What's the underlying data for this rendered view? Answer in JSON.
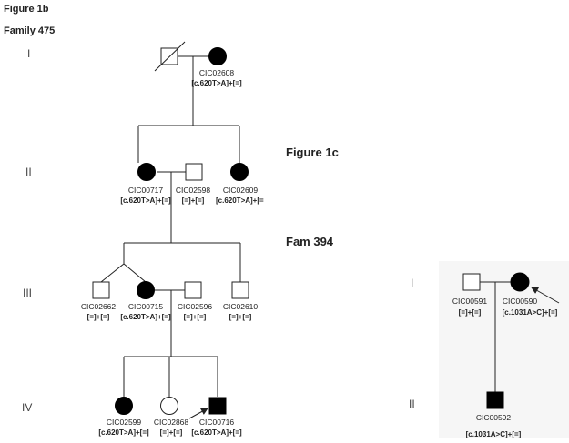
{
  "titles": {
    "fig1b": "Figure 1b",
    "family475": "Family 475",
    "fig1c": "Figure 1c",
    "fam394": "Fam 394"
  },
  "family475": {
    "generations": [
      "I",
      "II",
      "III",
      "IV"
    ],
    "individuals": [
      {
        "key": "i1_father",
        "sex": "male",
        "affected": false,
        "deceased": true,
        "id": "",
        "genotype": ""
      },
      {
        "key": "i1_mother",
        "sex": "female",
        "affected": true,
        "deceased": false,
        "id": "CIC02608",
        "genotype": "[c.620T>A]+[=]"
      },
      {
        "key": "ii_c00717",
        "sex": "female",
        "affected": true,
        "deceased": false,
        "id": "CIC00717",
        "genotype": "[c.620T>A]+[=]"
      },
      {
        "key": "ii_c02598",
        "sex": "male",
        "affected": false,
        "deceased": false,
        "id": "CIC02598",
        "genotype": "[=]+[=]"
      },
      {
        "key": "ii_c02609",
        "sex": "female",
        "affected": true,
        "deceased": false,
        "id": "CIC02609",
        "genotype": "[c.620T>A]+[="
      },
      {
        "key": "iii_c02662",
        "sex": "male",
        "affected": false,
        "deceased": false,
        "id": "CIC02662",
        "genotype": "[=]+[=]"
      },
      {
        "key": "iii_c00715",
        "sex": "female",
        "affected": true,
        "deceased": false,
        "id": "CIC00715",
        "genotype": "[c.620T>A]+[=]"
      },
      {
        "key": "iii_c02596",
        "sex": "male",
        "affected": false,
        "deceased": false,
        "id": "CIC02596",
        "genotype": "[=]+[=]"
      },
      {
        "key": "iii_c02610",
        "sex": "male",
        "affected": false,
        "deceased": false,
        "id": "CIC02610",
        "genotype": "[=]+[=]"
      },
      {
        "key": "iv_c02599",
        "sex": "female",
        "affected": true,
        "deceased": false,
        "id": "CIC02599",
        "genotype": "[c.620T>A]+[=]"
      },
      {
        "key": "iv_c02868",
        "sex": "female",
        "affected": false,
        "deceased": false,
        "id": "CIC02868",
        "genotype": "[=]+[=]"
      },
      {
        "key": "iv_c00716",
        "sex": "male",
        "affected": true,
        "deceased": false,
        "proband": true,
        "id": "CIC00716",
        "genotype": "[c.620T>A]+[=]"
      }
    ]
  },
  "family394": {
    "generations": [
      "I",
      "II"
    ],
    "individuals": [
      {
        "key": "f394_c00591",
        "sex": "male",
        "affected": false,
        "deceased": false,
        "id": "CIC00591",
        "genotype": "[=]+[=]"
      },
      {
        "key": "f394_c00590",
        "sex": "female",
        "affected": true,
        "deceased": false,
        "proband": true,
        "id": "CIC00590",
        "genotype": "[c.1031A>C]+[=]"
      },
      {
        "key": "f394_c00592",
        "sex": "male",
        "affected": true,
        "deceased": false,
        "id": "CIC00592",
        "genotype": "[c.1031A>C]+[=]"
      }
    ]
  }
}
